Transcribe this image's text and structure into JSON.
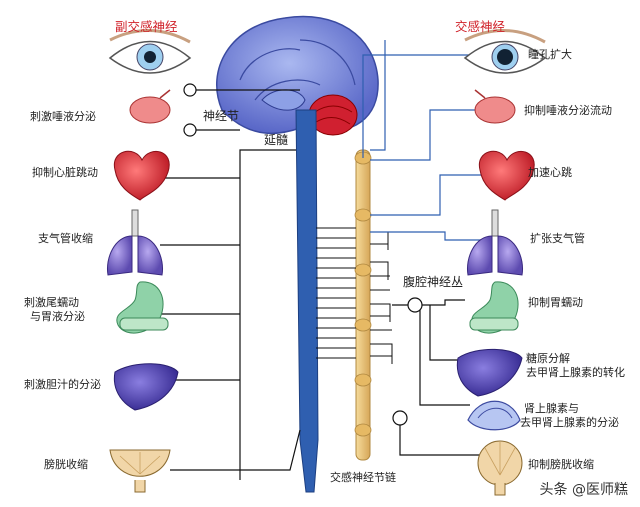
{
  "headers": {
    "parasympathetic": "副交感神经",
    "sympathetic": "交感神经"
  },
  "center": {
    "ganglion": "神经节",
    "medulla": "延髓",
    "celiac_plexus": "腹腔神经丛",
    "sympathetic_chain": "交感神经节链"
  },
  "left_labels": [
    "刺激唾液分泌",
    "抑制心脏跳动",
    "支气管收缩",
    "刺激尾蠕动",
    "与胃液分泌",
    "刺激胆汁的分泌",
    "膀胱收缩"
  ],
  "right_labels": [
    "瞳孔扩大",
    "抑制唾液分泌流动",
    "加速心跳",
    "扩张支气管",
    "抑制胃蠕动",
    "糖原分解",
    "去甲肾上腺素的转化",
    "肾上腺素与",
    "去甲肾上腺素的分泌",
    "抑制膀胱收缩"
  ],
  "watermark": "头条 @医师糕",
  "colors": {
    "header_red": "#d0222a",
    "nerve_blue": "#2f5fb0",
    "chain_tan": "#e8c27a",
    "organ_red": "#e0303e",
    "organ_purple": "#6a5bb8",
    "organ_green": "#8fd2a8"
  }
}
